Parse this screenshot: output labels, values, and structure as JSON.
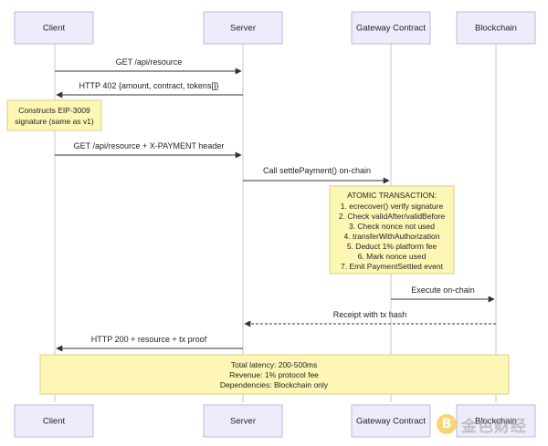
{
  "actors": [
    {
      "id": "client",
      "label": "Client"
    },
    {
      "id": "server",
      "label": "Server"
    },
    {
      "id": "gateway",
      "label": "Gateway Contract"
    },
    {
      "id": "blockchain",
      "label": "Blockchain"
    }
  ],
  "messages": [
    {
      "from": "client",
      "to": "server",
      "label": "GET /api/resource",
      "dashed": false
    },
    {
      "from": "server",
      "to": "client",
      "label": "HTTP 402 {amount, contract, tokens[]}",
      "dashed": false
    },
    {
      "from": "client",
      "to": "server",
      "label": "GET /api/resource + X-PAYMENT header",
      "dashed": false
    },
    {
      "from": "server",
      "to": "gateway",
      "label": "Call settlePayment() on-chain",
      "dashed": false
    },
    {
      "from": "gateway",
      "to": "blockchain",
      "label": "Execute on-chain",
      "dashed": false
    },
    {
      "from": "blockchain",
      "to": "server",
      "label": "Receipt with tx hash",
      "dashed": true
    },
    {
      "from": "server",
      "to": "client",
      "label": "HTTP 200 + resource + tx proof",
      "dashed": false
    }
  ],
  "notes": {
    "client_note": [
      "Constructs EIP-3009",
      "signature (same as v1)"
    ],
    "atomic_note": [
      "ATOMIC TRANSACTION:",
      "1. ecrecover() verify signature",
      "2. Check validAfter/validBefore",
      "3. Check nonce not used",
      "4. transferWithAuthorization",
      "5. Deduct 1% platform fee",
      "6. Mark nonce used",
      "7. Emit PaymentSettled event"
    ],
    "summary_note": [
      "Total latency: 200-500ms",
      "Revenue: 1% protocol fee",
      "Dependencies: Blockchain only"
    ]
  },
  "watermark": {
    "logo_glyph": "B",
    "text": "金色财经"
  }
}
